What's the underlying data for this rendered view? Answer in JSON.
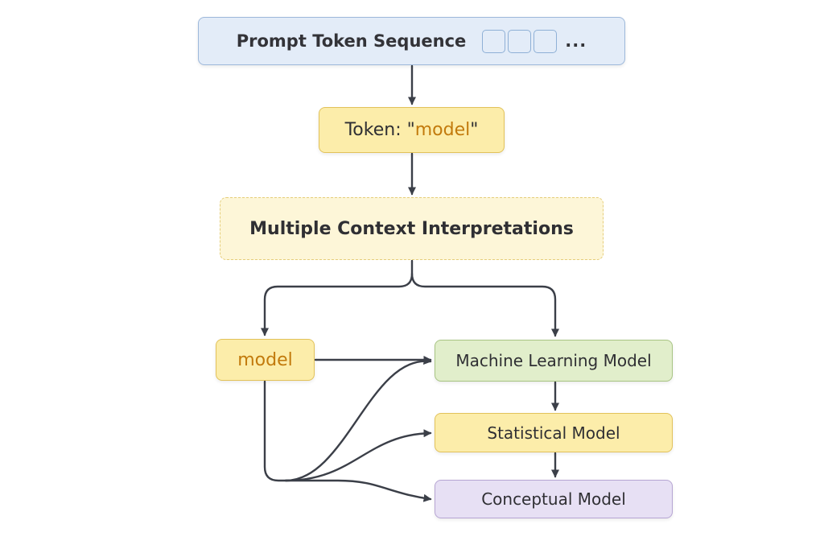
{
  "nodes": {
    "prompt": {
      "label": "Prompt Token Sequence",
      "ellipsis": "..."
    },
    "token": {
      "prefix": "Token: \"",
      "word": "model",
      "suffix": "\""
    },
    "contexts": {
      "label": "Multiple Context Interpretations"
    },
    "model": {
      "label": "model"
    },
    "machine_learning": {
      "label": "Machine Learning Model"
    },
    "statistical": {
      "label": "Statistical Model"
    },
    "conceptual": {
      "label": "Conceptual Model"
    }
  },
  "colors": {
    "arrow": "#3b3f48",
    "accent_text": "#c27a0c",
    "blue_fill": "#e3ecf8",
    "yellow_fill": "#fcedaa",
    "green_fill": "#e1eecb",
    "purple_fill": "#e7e0f4"
  }
}
